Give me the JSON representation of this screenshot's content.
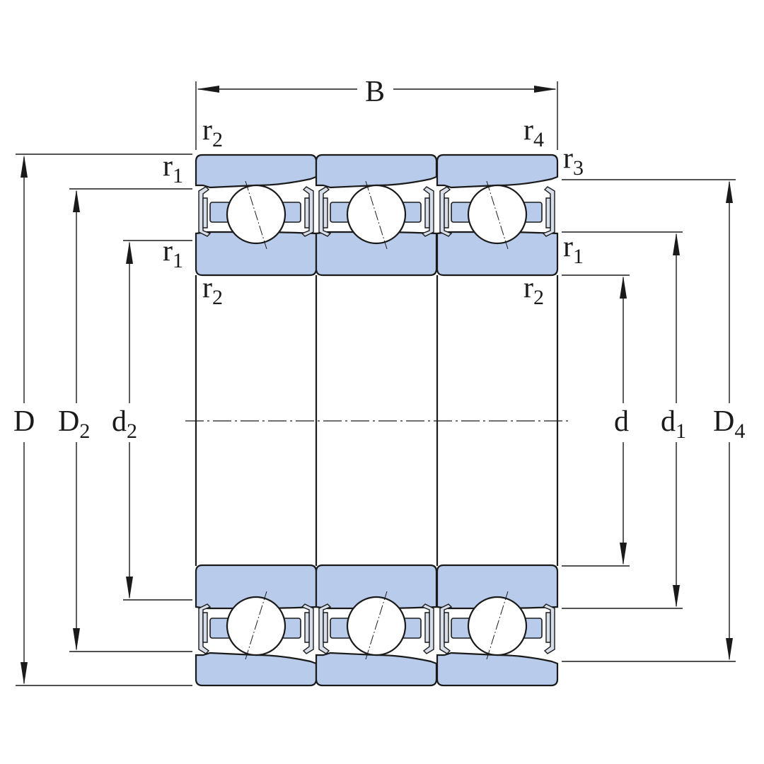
{
  "labels": {
    "B": {
      "main": "B",
      "sub": ""
    },
    "r2_top_left": {
      "main": "r",
      "sub": "2"
    },
    "r4_top_right": {
      "main": "r",
      "sub": "4"
    },
    "r1_left_a": {
      "main": "r",
      "sub": "1"
    },
    "r3_right": {
      "main": "r",
      "sub": "3"
    },
    "r1_left_b": {
      "main": "r",
      "sub": "1"
    },
    "r1_right": {
      "main": "r",
      "sub": "1"
    },
    "r2_bore_left": {
      "main": "r",
      "sub": "2"
    },
    "r2_bore_right": {
      "main": "r",
      "sub": "2"
    },
    "D": {
      "main": "D",
      "sub": ""
    },
    "D2": {
      "main": "D",
      "sub": "2"
    },
    "d2": {
      "main": "d",
      "sub": "2"
    },
    "d": {
      "main": "d",
      "sub": ""
    },
    "d1": {
      "main": "d",
      "sub": "1"
    },
    "D4": {
      "main": "D",
      "sub": "4"
    }
  },
  "colors": {
    "ring_fill": "#b8cbea",
    "line": "#1a1a1a",
    "background": "#ffffff"
  },
  "bearing": {
    "rows": 3,
    "type": "angular contact ball bearing set, sealed"
  }
}
